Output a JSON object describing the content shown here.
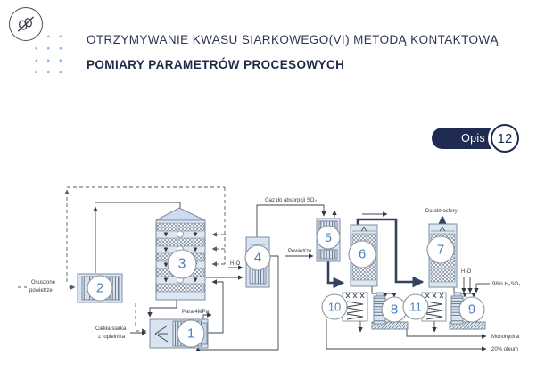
{
  "header": {
    "title_line1": "OTRZYMYWANIE KWASU SIARKOWEGO(VI) METODĄ KONTAKTOWĄ",
    "title_line2": "POMIARY PARAMETRÓW PROCESOWYCH"
  },
  "badge": {
    "label": "Opis",
    "number": "12"
  },
  "colors": {
    "navy": "#1f2b50",
    "accent_blue": "#4a7fc1",
    "dot_blue": "#8ab1e0",
    "thick_line": "#32435e"
  },
  "diagram": {
    "unit_numbers": [
      "1",
      "2",
      "3",
      "4",
      "5",
      "6",
      "7",
      "8",
      "9",
      "10",
      "11"
    ],
    "labels": {
      "osuszone_1": "Osuszone",
      "osuszone_2": "powietrze",
      "ciekla_1": "Ciekła siarka",
      "ciekla_2": "z topielnika",
      "para": "Para 4MPa",
      "h2o_left": "H₂O",
      "gaz": "Gaz do absorpcji SO₃",
      "powietrze": "Powietrze",
      "do_atmosfery": "Do atmosfery",
      "h2o_right": "H₂O",
      "h2so4": "98% H₂SO₄",
      "monohydrat": "Monohydrat",
      "oleum": "20% oleum"
    }
  }
}
